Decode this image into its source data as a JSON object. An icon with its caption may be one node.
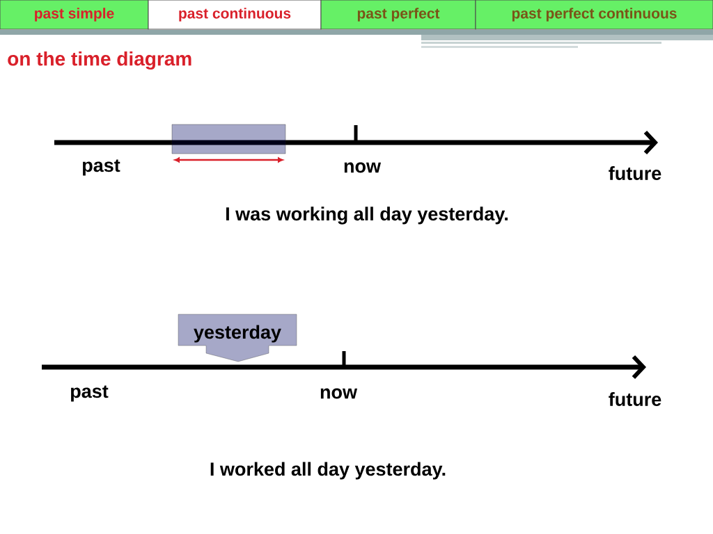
{
  "diagram": {
    "title": "on the time diagram",
    "nodes": [
      {
        "text": [
          "past simple"
        ]
      },
      {
        "text": [
          "past continuous"
        ]
      },
      {
        "text": [
          "past perfect"
        ]
      },
      {
        "text": [
          "past perfect continuous"
        ]
      },
      {
        "text": [],
        "shape": "box"
      },
      {
        "text": [
          "yesterday"
        ]
      }
    ],
    "edges": [],
    "labels": [
      "past",
      "now",
      "future",
      "I was working all day yesterday.",
      "past",
      "now",
      "future",
      "I worked all day yesterday."
    ]
  }
}
